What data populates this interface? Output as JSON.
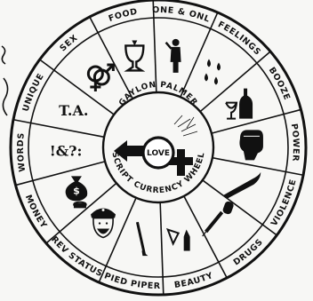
{
  "wheel": {
    "center_top_text": "GAYLON PALMER",
    "center_bottom_text": "SCRIPT CURRENCY WHEEL",
    "center_love": "LOVE",
    "segments": [
      {
        "label": "ONE & ONLY",
        "icon": "standing-figure-icon"
      },
      {
        "label": "FEELINGS",
        "icon": "teardrops-icon"
      },
      {
        "label": "BOOZE",
        "icon": "wine-glass-and-bottle-icon"
      },
      {
        "label": "POWER",
        "icon": "raised-fist-icon"
      },
      {
        "label": "VIOLENCE",
        "icon": "knife-icon"
      },
      {
        "label": "DRUGS",
        "icon": "syringe-and-pills-icon"
      },
      {
        "label": "BEAUTY",
        "icon": "mirror-and-lipstick-icon"
      },
      {
        "label": "PIED PIPER",
        "icon": "flute-icon"
      },
      {
        "label": "REV STATUS",
        "icon": "revolutionary-portrait-icon"
      },
      {
        "label": "MONEY",
        "icon": "money-bag-icon"
      },
      {
        "label": "WORDS",
        "icon": "words-symbol-icon"
      },
      {
        "label": "UNIQUE",
        "icon": "ta-letters-icon"
      },
      {
        "label": "SEX",
        "icon": "sex-symbol-icon"
      },
      {
        "label": "FOOD",
        "icon": "trophy-cup-icon"
      }
    ],
    "words_symbol": "!&?:",
    "unique_symbol": "T.A.",
    "colors": {
      "ink": "#111111",
      "paper": "#f7f7f5"
    }
  }
}
